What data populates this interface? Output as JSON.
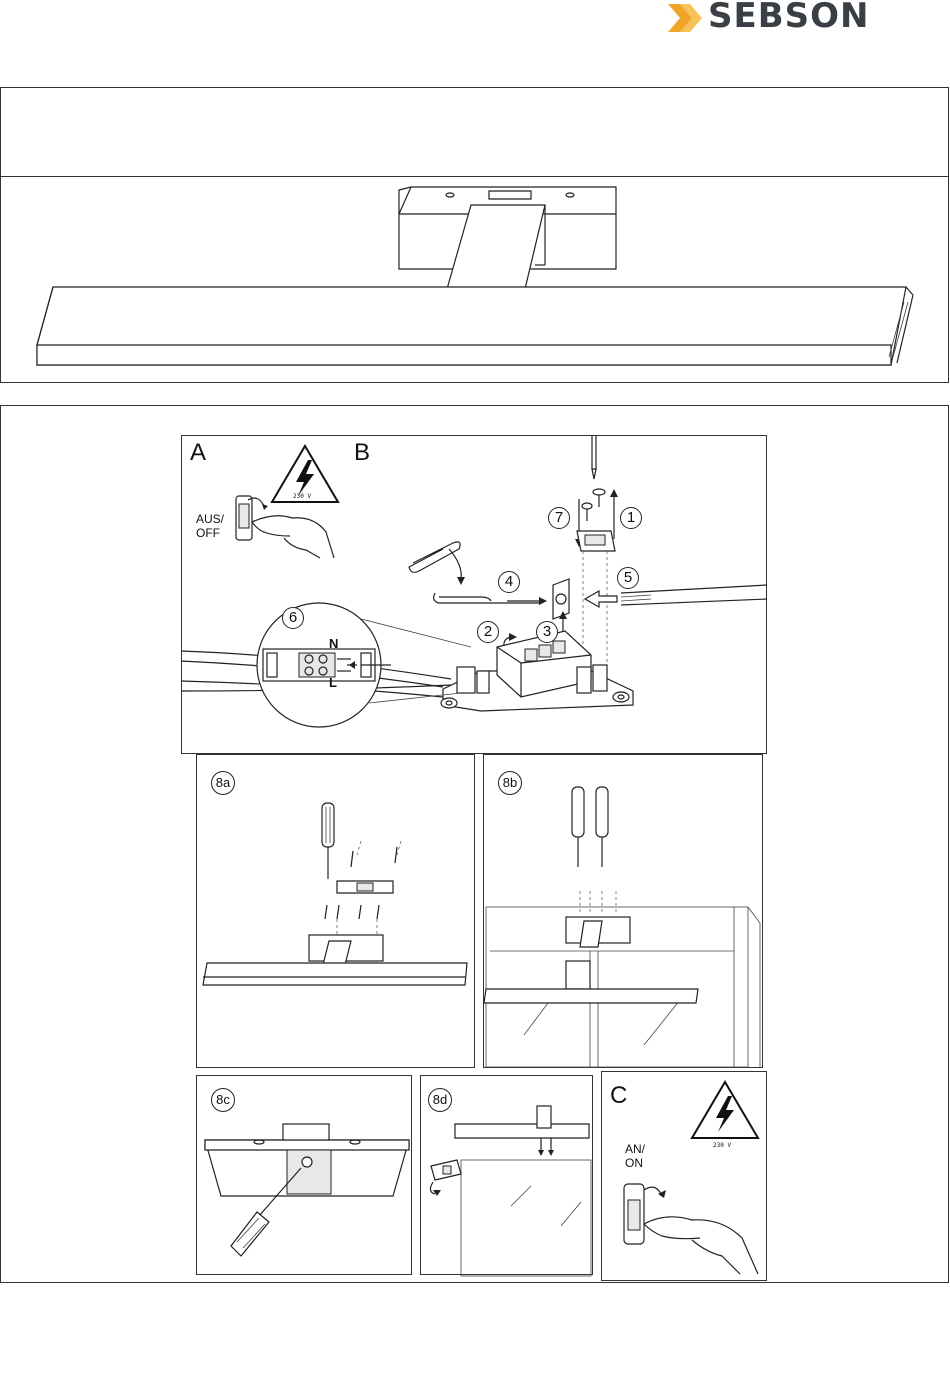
{
  "brand": {
    "name": "SEBSON",
    "accent_color": "#f0a526",
    "text_color": "#3a3f46",
    "icon": "double-chevron-icon"
  },
  "panels": {
    "A": {
      "letter": "A",
      "switch_label": "AUS/ OFF",
      "voltage": "230 V",
      "icon": "high-voltage-warning-icon"
    },
    "B": {
      "letter": "B",
      "steps": [
        "1",
        "2",
        "3",
        "4",
        "5",
        "6",
        "7"
      ],
      "terminal_n": "N",
      "terminal_l": "L"
    },
    "8a": {
      "tag": "8a"
    },
    "8b": {
      "tag": "8b"
    },
    "8c": {
      "tag": "8c"
    },
    "8d": {
      "tag": "8d"
    },
    "C": {
      "letter": "C",
      "switch_label": "AN/ ON",
      "voltage": "230 V",
      "icon": "high-voltage-warning-icon"
    }
  }
}
